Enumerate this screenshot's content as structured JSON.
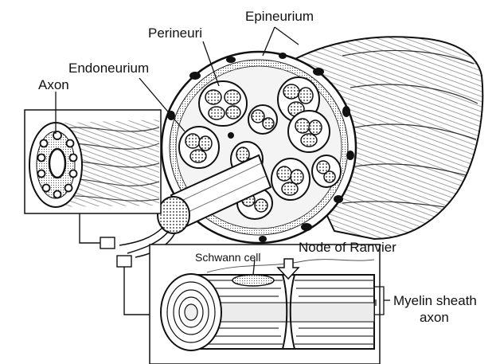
{
  "labels": {
    "epineurium": "Epineurium",
    "perineuri": "Perineuri",
    "endoneurium": "Endoneurium",
    "axon_top": "Axon",
    "node_of_ranvier": "Node of Ranvier",
    "schwann_cell": "Schwann cell",
    "myelin_sheath": "Myelin sheath",
    "axon_bottom": "axon"
  }
}
